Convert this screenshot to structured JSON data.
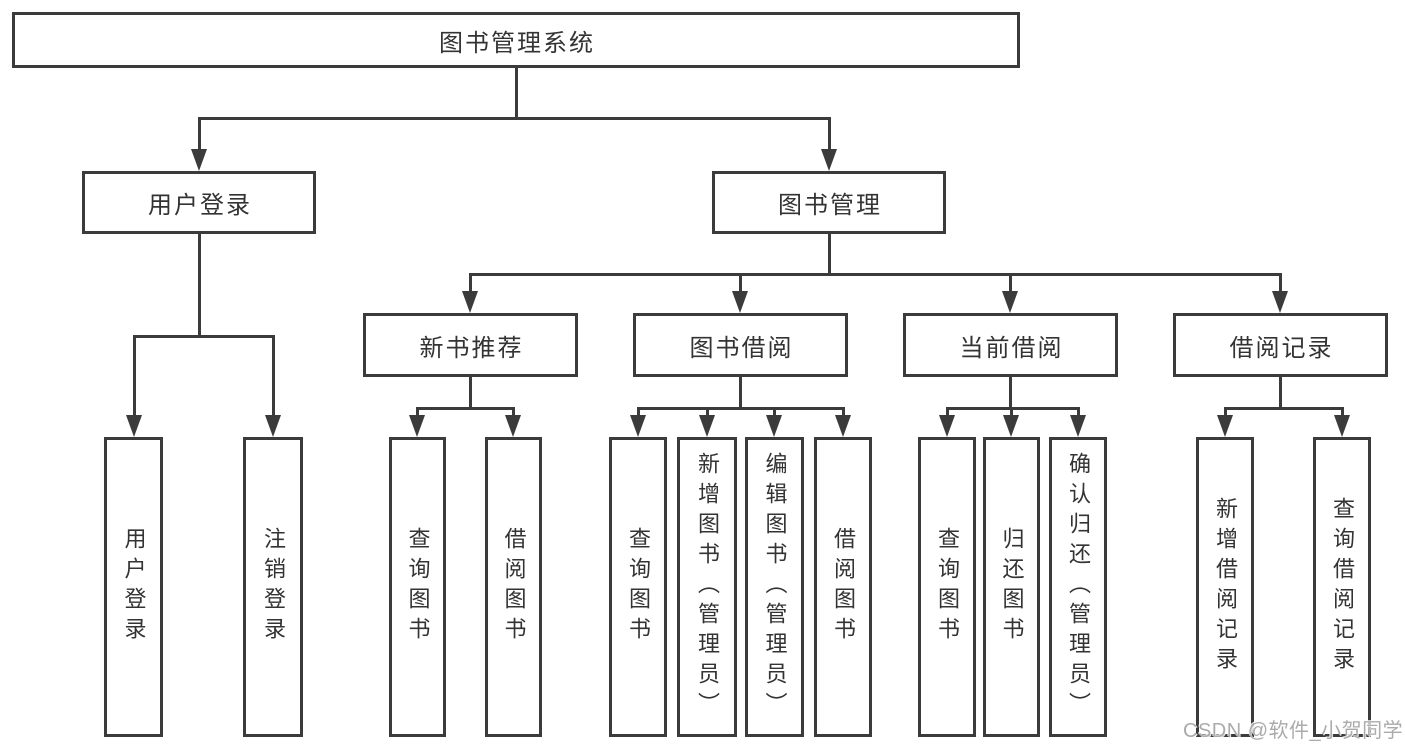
{
  "diagram": {
    "root": {
      "label": "图书管理系统"
    },
    "branches": [
      {
        "label": "用户登录",
        "children": [
          {
            "label": "用户登录"
          },
          {
            "label": "注销登录"
          }
        ]
      },
      {
        "label": "图书管理",
        "children": [
          {
            "label": "新书推荐",
            "children": [
              {
                "label": "查询图书"
              },
              {
                "label": "借阅图书"
              }
            ]
          },
          {
            "label": "图书借阅",
            "children": [
              {
                "label": "查询图书"
              },
              {
                "label": "新增图书（管理员）"
              },
              {
                "label": "编辑图书（管理员）"
              },
              {
                "label": "借阅图书"
              }
            ]
          },
          {
            "label": "当前借阅",
            "children": [
              {
                "label": "查询图书"
              },
              {
                "label": "归还图书"
              },
              {
                "label": "确认归还（管理员）"
              }
            ]
          },
          {
            "label": "借阅记录",
            "children": [
              {
                "label": "新增借阅记录"
              },
              {
                "label": "查询借阅记录"
              }
            ]
          }
        ]
      }
    ]
  },
  "watermark": {
    "text": "CSDN @软件_小贺同学"
  },
  "colors": {
    "line": "#3b3b3b",
    "text": "#333333",
    "background": "#ffffff",
    "watermark": "#ababab"
  }
}
